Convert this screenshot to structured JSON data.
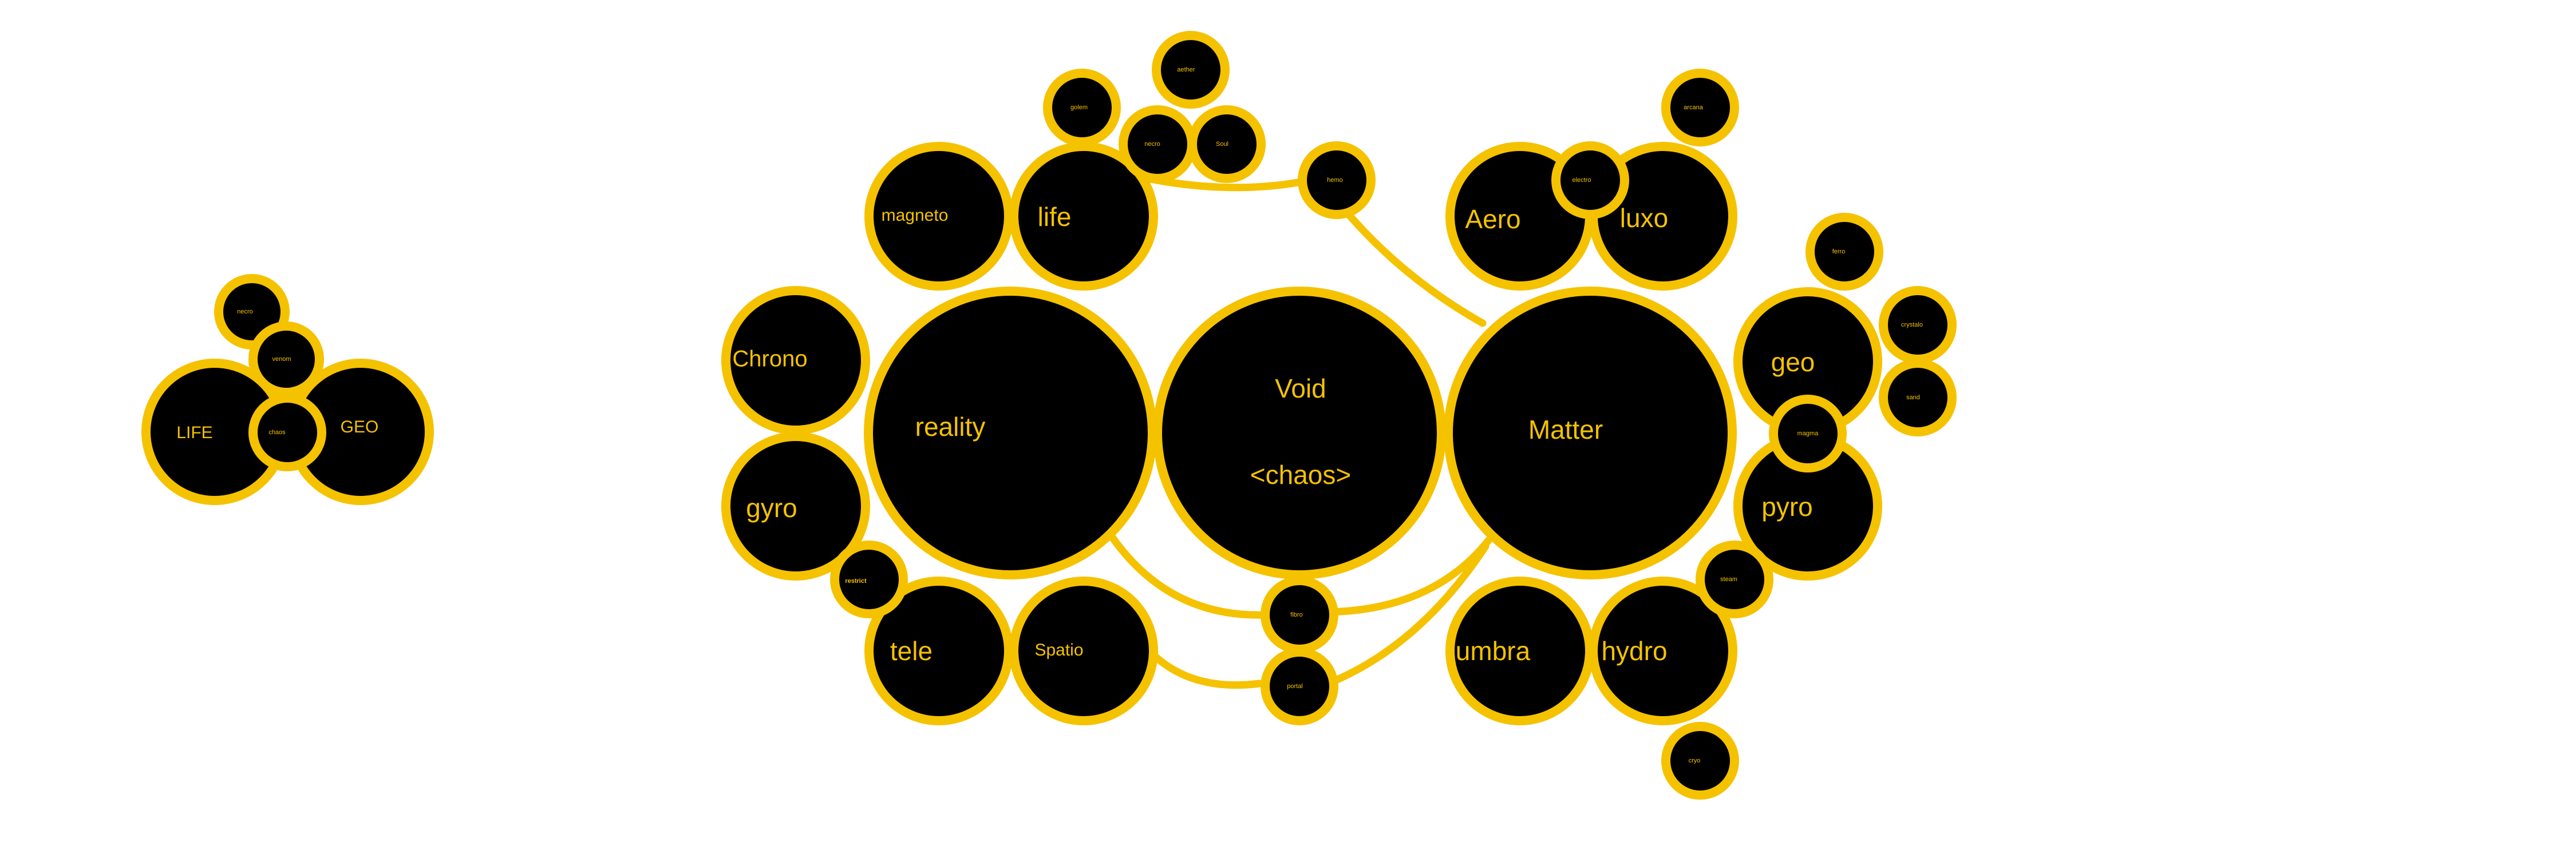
{
  "colors": {
    "fill": "#000000",
    "stroke": "#f5c200",
    "text": "#f5c200",
    "background": "#ffffff"
  },
  "legend_cluster": {
    "life": "LIFE",
    "geo": "GEO",
    "chaos": "chaos",
    "necro": "necro",
    "venom": "venom"
  },
  "diagram": {
    "void": "Void",
    "chaos": "<chaos>",
    "reality": "reality",
    "matter": "Matter",
    "magneto": "magneto",
    "life": "life",
    "chrono": "Chrono",
    "gyro": "gyro",
    "tele": "tele",
    "spatio": "Spatio",
    "restrict": "restrict",
    "golem": "golem",
    "aether": "aether",
    "necro": "necro",
    "soul": "Soul",
    "hemo": "hemo",
    "aero": "Aero",
    "luxo": "luxo",
    "electro": "electro",
    "arcana": "arcana",
    "ferro": "ferro",
    "geo": "geo",
    "crystalo": "crystalo",
    "sand": "sand",
    "magma": "magma",
    "pyro": "pyro",
    "steam": "steam",
    "umbra": "umbra",
    "hydro": "hydro",
    "cryo": "cryo",
    "fibro": "fibro",
    "portal": "portal"
  }
}
